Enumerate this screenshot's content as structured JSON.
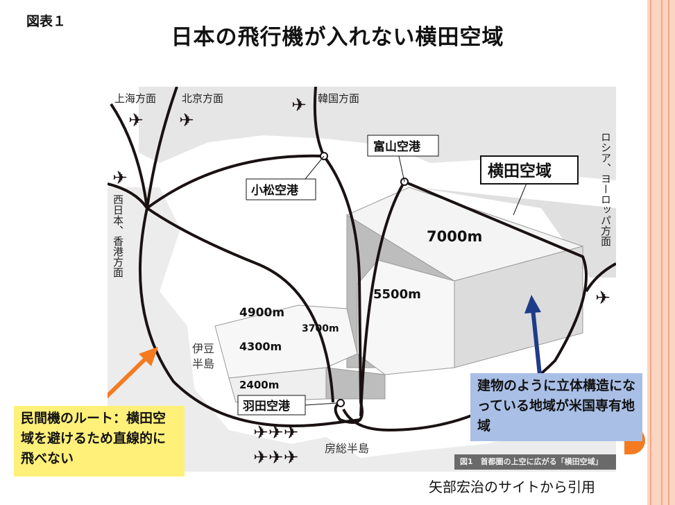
{
  "figure_number": "図表１",
  "title": "日本の飛行機が入れない横田空域",
  "map": {
    "directions": {
      "shanghai": "上海方面",
      "beijing": "北京方面",
      "korea": "韓国方面",
      "west_japan": "西日本、香港方面",
      "russia": "ロシア、ヨーロッパ方面"
    },
    "airports": {
      "komatsu": "小松空港",
      "toyama": "富山空港",
      "haneda": "羽田空港"
    },
    "airspace_label": "横田空域",
    "altitudes": [
      "7000m",
      "5500m",
      "4900m",
      "3700m",
      "4300m",
      "2400m"
    ],
    "places": {
      "izu": "伊豆半島",
      "boso": "房総半島"
    },
    "caption": "図1　首都圏の上空に広がる「横田空域」"
  },
  "notes": {
    "civil_route": "民間機のルート：横田空域を避けるため直線的に飛べない",
    "us_exclusive": "建物のように立体構造になっている地域が米国専有地域"
  },
  "source": "矢部宏治のサイトから引用",
  "colors": {
    "note_yellow": "#fff07a",
    "note_blue": "#a9bfe6",
    "arrow_orange": "#f47b20",
    "arrow_blue": "#1f3c88",
    "stripe": "#fcd5c2"
  }
}
